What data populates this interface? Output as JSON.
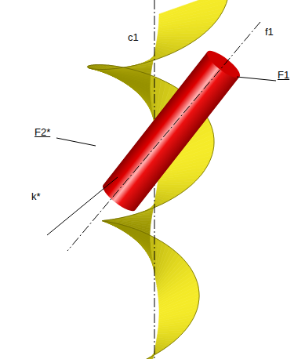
{
  "diagram": {
    "labels": [
      "c1",
      "f1",
      "F1",
      "F2*",
      "k*"
    ]
  }
}
